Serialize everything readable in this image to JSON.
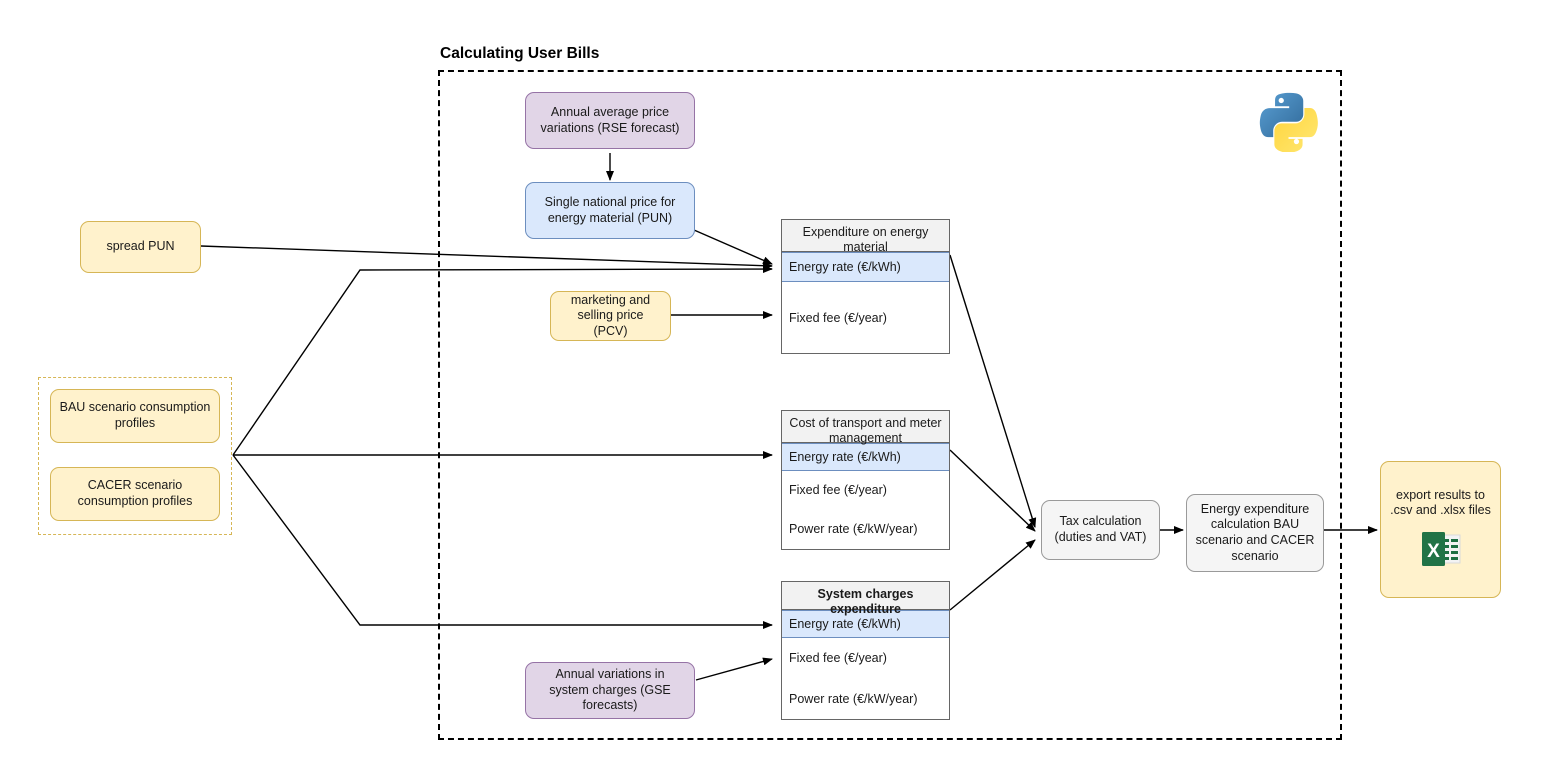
{
  "diagram": {
    "title": "Calculating User Bills",
    "logos": [
      {
        "name": "python-logo",
        "label": "Python"
      },
      {
        "name": "excel-icon",
        "label": "Excel"
      }
    ]
  },
  "inputs": {
    "spread_pun": "spread PUN",
    "scenarios": [
      "BAU scenario consumption profiles",
      "CACER scenario consumption profiles"
    ]
  },
  "forecasts": {
    "rse": "Annual average price variations (RSE forecast)",
    "gse": "Annual variations in system charges (GSE forecasts)"
  },
  "pun_box": "Single national price for energy material (PUN)",
  "pcv_box": "marketing and selling price (PCV)",
  "tables": [
    {
      "header": "Expenditure on energy material",
      "header_bold": false,
      "rows": [
        {
          "label": "Energy rate (€/kWh)",
          "selected": true
        },
        {
          "label": "Fixed fee (€/year)",
          "selected": false
        }
      ]
    },
    {
      "header": "Cost of transport and meter management",
      "header_bold": false,
      "rows": [
        {
          "label": "Energy rate (€/kWh)",
          "selected": true
        },
        {
          "label": "Fixed fee (€/year)",
          "selected": false
        },
        {
          "label": "Power rate (€/kW/year)",
          "selected": false
        }
      ]
    },
    {
      "header": "System charges expenditure",
      "header_bold": true,
      "rows": [
        {
          "label": "Energy rate (€/kWh)",
          "selected": true
        },
        {
          "label": "Fixed fee (€/year)",
          "selected": false
        },
        {
          "label": "Power rate (€/kW/year)",
          "selected": false
        }
      ]
    }
  ],
  "process": {
    "tax": "Tax calculation (duties and VAT)",
    "energy_expenditure": "Energy expenditure calculation BAU scenario and CACER scenario"
  },
  "output": {
    "export": "export results to .csv and .xlsx files"
  },
  "colors": {
    "yellow_fill": "#fff2cc",
    "yellow_stroke": "#d6b656",
    "purple_fill": "#e1d5e7",
    "purple_stroke": "#9673a6",
    "blue_fill": "#dae8fc",
    "blue_stroke": "#6c8ebf",
    "grey_fill": "#f5f5f5",
    "grey_stroke": "#9a9a9a",
    "edge": "#000000"
  }
}
